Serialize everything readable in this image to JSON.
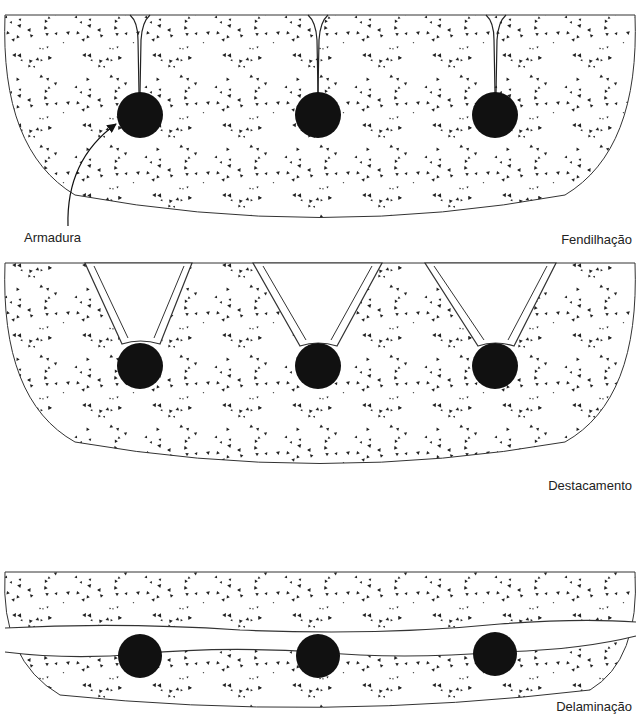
{
  "diagram": {
    "labels": [
      "Armadura",
      "Fendilhação",
      "Destacamento",
      "Delaminação"
    ]
  }
}
